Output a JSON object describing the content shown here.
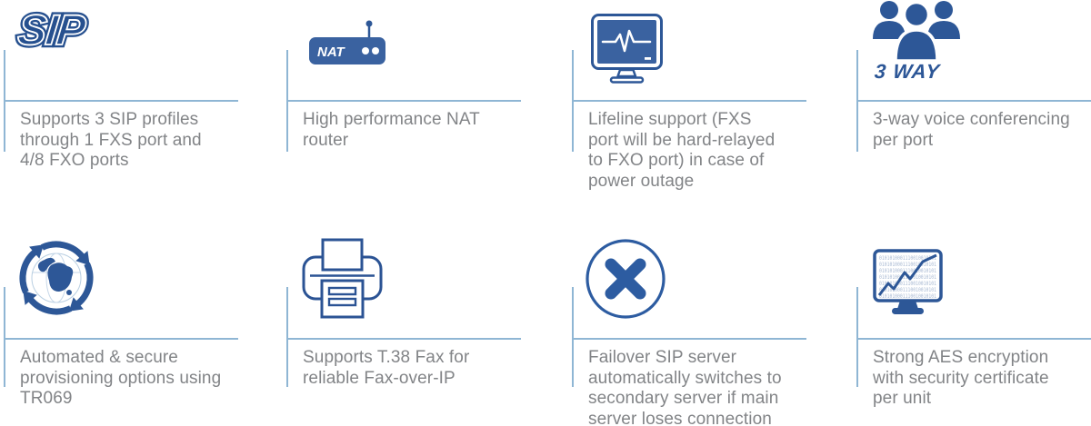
{
  "colors": {
    "accent_blue": "#2d5797",
    "dark_blue": "#26508f",
    "panel_blue": "#3a62a0",
    "rule_light_blue": "#8fb6d4",
    "text_gray": "#828487",
    "binary_light_blue": "#a7b8d2"
  },
  "features": [
    {
      "id": "sip-profiles",
      "icon": "sip-logo",
      "icon_text": "SIP",
      "description": "Supports 3 SIP profiles\nthrough 1 FXS port and\n4/8 FXO ports"
    },
    {
      "id": "nat-router",
      "icon": "nat-router-icon",
      "icon_text": "NAT",
      "description": "High performance NAT\nrouter"
    },
    {
      "id": "lifeline-support",
      "icon": "pulse-monitor-icon",
      "description": "Lifeline support (FXS\nport will be hard-relayed\nto FXO port) in case of\npower outage"
    },
    {
      "id": "three-way-conferencing",
      "icon": "three-users-icon",
      "icon_text": "3 WAY",
      "description": "3-way voice conferencing\nper port"
    },
    {
      "id": "secure-provisioning",
      "icon": "globe-sync-icon",
      "description": "Automated & secure\nprovisioning options using\nTR069"
    },
    {
      "id": "t38-fax",
      "icon": "fax-printer-icon",
      "description": "Supports T.38 Fax for\nreliable Fax-over-IP"
    },
    {
      "id": "failover-sip-server",
      "icon": "x-circle-icon",
      "description": "Failover SIP server\nautomatically switches to\nsecondary server if main\nserver loses connection"
    },
    {
      "id": "aes-encryption",
      "icon": "binary-monitor-icon",
      "binary_row": "0101010001110010010101",
      "description": "Strong AES encryption\nwith security certificate\nper unit"
    }
  ]
}
